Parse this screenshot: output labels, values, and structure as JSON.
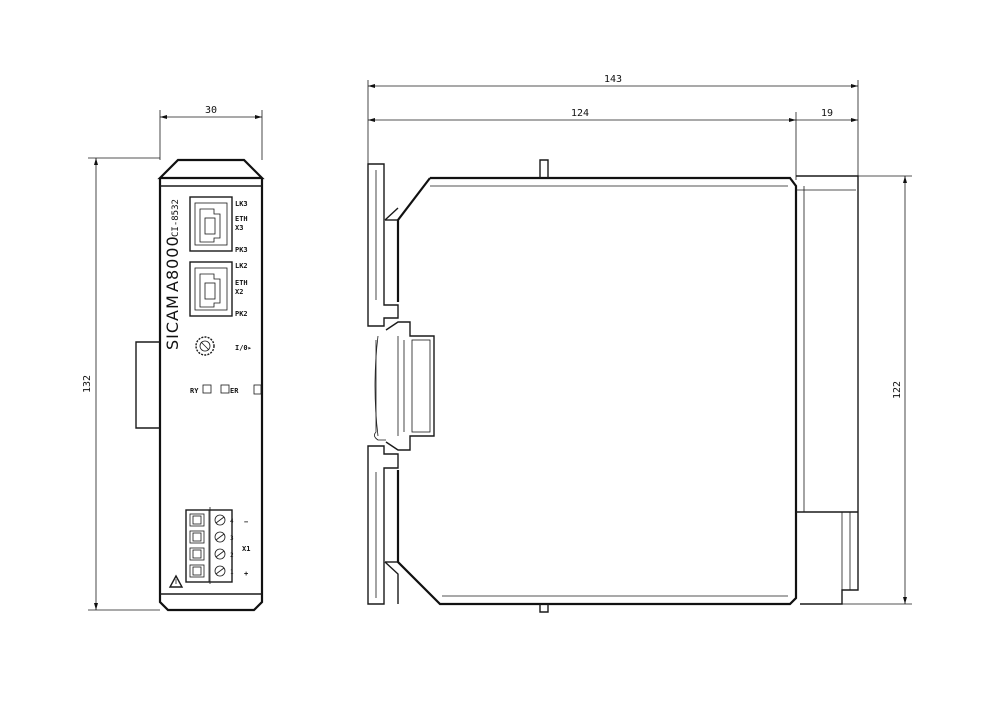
{
  "dimensions": {
    "front_width": "30",
    "front_height": "132",
    "side_total_width": "143",
    "side_body_width": "124",
    "side_depth_extra": "19",
    "side_height": "122"
  },
  "device": {
    "brand": "SICAM",
    "series": "A8000",
    "model": "CI-8532"
  },
  "ports": {
    "eth3_link": "LK3",
    "eth3_name": "ETH",
    "eth3_id": "X3",
    "eth3_pk": "PK3",
    "eth2_link": "LK2",
    "eth2_name": "ETH",
    "eth2_id": "X2",
    "eth2_pk": "PK2"
  },
  "indicators": {
    "io": "I/0▸",
    "ry": "RY",
    "er": "ER"
  },
  "terminal": {
    "id": "X1",
    "minus": "−",
    "plus": "+",
    "pins": [
      "4",
      "3",
      "2",
      "1"
    ]
  },
  "icons": {
    "warning": "warning-triangle-icon"
  }
}
